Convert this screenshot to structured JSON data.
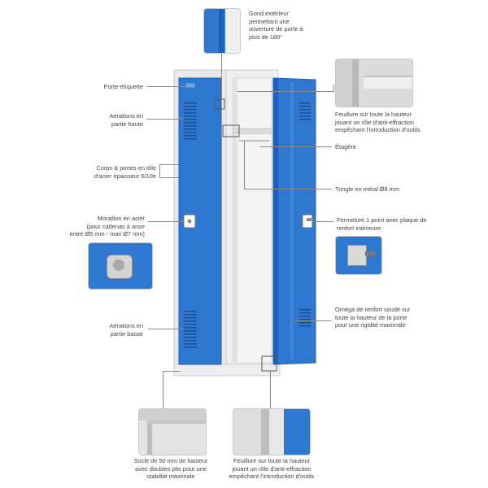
{
  "labels": {
    "gond": "Gond extérieur\npermettant une\nouverture de porte à\nplus de 180°",
    "porte_etiquette": "Porte-étiquette",
    "aerations_haute": "Aérations en\npartie haute",
    "corps": "Corps & portes en tôle\nd'acier épaisseur 6/10e",
    "morallon": "Moraillon en acier\n(pour cadenas à anse\nentre Ø5 mm - max Ø7 mm)",
    "aerations_basse": "Aérations en\npartie basse",
    "feuillure_top": "Feuillure sur toute la hauteur\njouant un rôle d'anti-effraction\nempêchant l'introduction d'outils",
    "etagere": "Étagère",
    "tringle": "Tringle en métal Ø8 mm",
    "fermeture": "Fermeture 1 point avec plaque de\nrenfort intérieure",
    "omega": "Oméga de renfort soudé sur\ntoute la hauteur de la porte\npour une rigidité maximale",
    "socle": "Socle de 50 mm de hauteur\navec doubles plis pour une\nstabilité maximale",
    "feuillure_bottom": "Feuillure sur toute la hauteur\njouant un rôle d'anti-effraction\nempêchant l'introduction d'outils"
  },
  "colors": {
    "door_blue": "#2f78d2",
    "door_blue_dark": "#1f5fb5",
    "body_grey": "#e6e6e6",
    "line_grey": "#8a8a8a"
  }
}
